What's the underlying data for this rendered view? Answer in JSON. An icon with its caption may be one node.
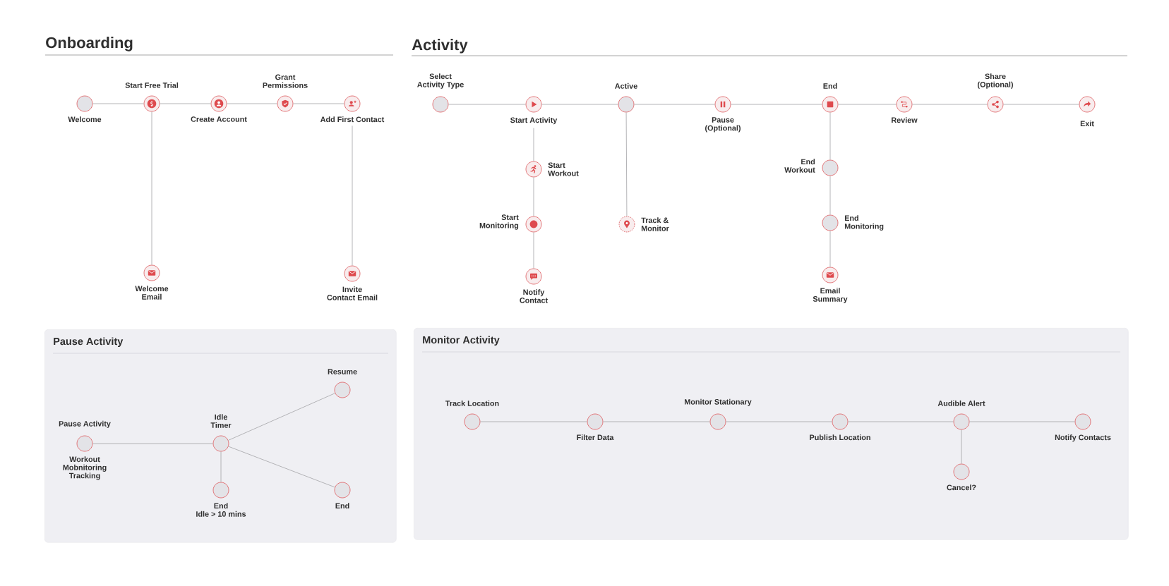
{
  "diagram": {
    "nodes": [
      {
        "text": [
          "Welcome"
        ]
      },
      {
        "text": [
          "Start Free Trial"
        ]
      },
      {
        "text": [
          "Create Account"
        ]
      },
      {
        "text": [
          "Grant Permissions"
        ]
      },
      {
        "text": [
          "Add First Contact"
        ]
      },
      {
        "text": [
          "Welcome Email"
        ]
      },
      {
        "text": [
          "Invite Contact Email"
        ]
      },
      {
        "text": [
          "Select Activity Type"
        ]
      },
      {
        "text": [
          "Start Activity"
        ]
      },
      {
        "text": [
          "Active"
        ]
      },
      {
        "text": [
          "Pause (Optional)"
        ]
      },
      {
        "text": [
          "End"
        ]
      },
      {
        "text": [
          "Review"
        ]
      },
      {
        "text": [
          "Share (Optional)"
        ]
      },
      {
        "text": [
          "Exit"
        ]
      },
      {
        "text": [
          "Start Workout"
        ]
      },
      {
        "text": [
          "Start Monitoring"
        ]
      },
      {
        "text": [
          "Notify Contact"
        ]
      },
      {
        "text": [
          "Track & Monitor"
        ]
      },
      {
        "text": [
          "End Workout"
        ]
      },
      {
        "text": [
          "End Monitoring"
        ]
      },
      {
        "text": [
          "Email Summary"
        ]
      },
      {
        "text": [
          "Pause Activity"
        ]
      },
      {
        "text": [
          "Pause Activity",
          "Workout Mobnitoring Tracking"
        ],
        "in": 22
      },
      {
        "text": [
          "Idle Timer"
        ],
        "in": 22
      },
      {
        "text": [
          "Resume"
        ],
        "in": 22
      },
      {
        "text": [
          "End Idle > 10 mins"
        ],
        "in": 22
      },
      {
        "text": [
          "End"
        ],
        "in": 22
      },
      {
        "text": [
          "Monitor Activity"
        ]
      },
      {
        "text": [
          "Track Location"
        ],
        "in": 28
      },
      {
        "text": [
          "Filter Data"
        ],
        "in": 28
      },
      {
        "text": [
          "Monitor Stationary"
        ],
        "in": 28
      },
      {
        "text": [
          "Publish Location"
        ],
        "in": 28
      },
      {
        "text": [
          "Audible Alert"
        ],
        "in": 28
      },
      {
        "text": [
          "Notify Contacts"
        ],
        "in": 28
      },
      {
        "text": [
          "Cancel?"
        ],
        "in": 28
      }
    ],
    "edges": [
      {
        "from": 0,
        "to": 1,
        "arrow": "none"
      },
      {
        "from": 1,
        "to": 2,
        "arrow": "none"
      },
      {
        "from": 2,
        "to": 3,
        "arrow": "none"
      },
      {
        "from": 3,
        "to": 4,
        "arrow": "none"
      },
      {
        "from": 1,
        "to": 5,
        "arrow": "none"
      },
      {
        "from": 4,
        "to": 6,
        "arrow": "none"
      },
      {
        "from": 7,
        "to": 8,
        "arrow": "none"
      },
      {
        "from": 8,
        "to": 9,
        "arrow": "none"
      },
      {
        "from": 9,
        "to": 10,
        "arrow": "none"
      },
      {
        "from": 10,
        "to": 11,
        "arrow": "none"
      },
      {
        "from": 11,
        "to": 12,
        "arrow": "none"
      },
      {
        "from": 12,
        "to": 13,
        "arrow": "none"
      },
      {
        "from": 13,
        "to": 14,
        "arrow": "none"
      },
      {
        "from": 8,
        "to": 15,
        "arrow": "none"
      },
      {
        "from": 15,
        "to": 16,
        "arrow": "none"
      },
      {
        "from": 16,
        "to": 17,
        "arrow": "none"
      },
      {
        "from": 9,
        "to": 18,
        "arrow": "none"
      },
      {
        "from": 11,
        "to": 19,
        "arrow": "none"
      },
      {
        "from": 19,
        "to": 20,
        "arrow": "none"
      },
      {
        "from": 20,
        "to": 21,
        "arrow": "none"
      },
      {
        "from": 23,
        "to": 24,
        "arrow": "none"
      },
      {
        "from": 24,
        "to": 25,
        "arrow": "none"
      },
      {
        "from": 24,
        "to": 26,
        "arrow": "none"
      },
      {
        "from": 24,
        "to": 27,
        "arrow": "none"
      },
      {
        "from": 29,
        "to": 30,
        "arrow": "none"
      },
      {
        "from": 30,
        "to": 31,
        "arrow": "none"
      },
      {
        "from": 31,
        "to": 32,
        "arrow": "none"
      },
      {
        "from": 32,
        "to": 33,
        "arrow": "none"
      },
      {
        "from": 33,
        "to": 34,
        "arrow": "none"
      },
      {
        "from": 33,
        "to": 35,
        "arrow": "none"
      }
    ],
    "labels": [
      "Onboarding",
      "Activity"
    ]
  }
}
